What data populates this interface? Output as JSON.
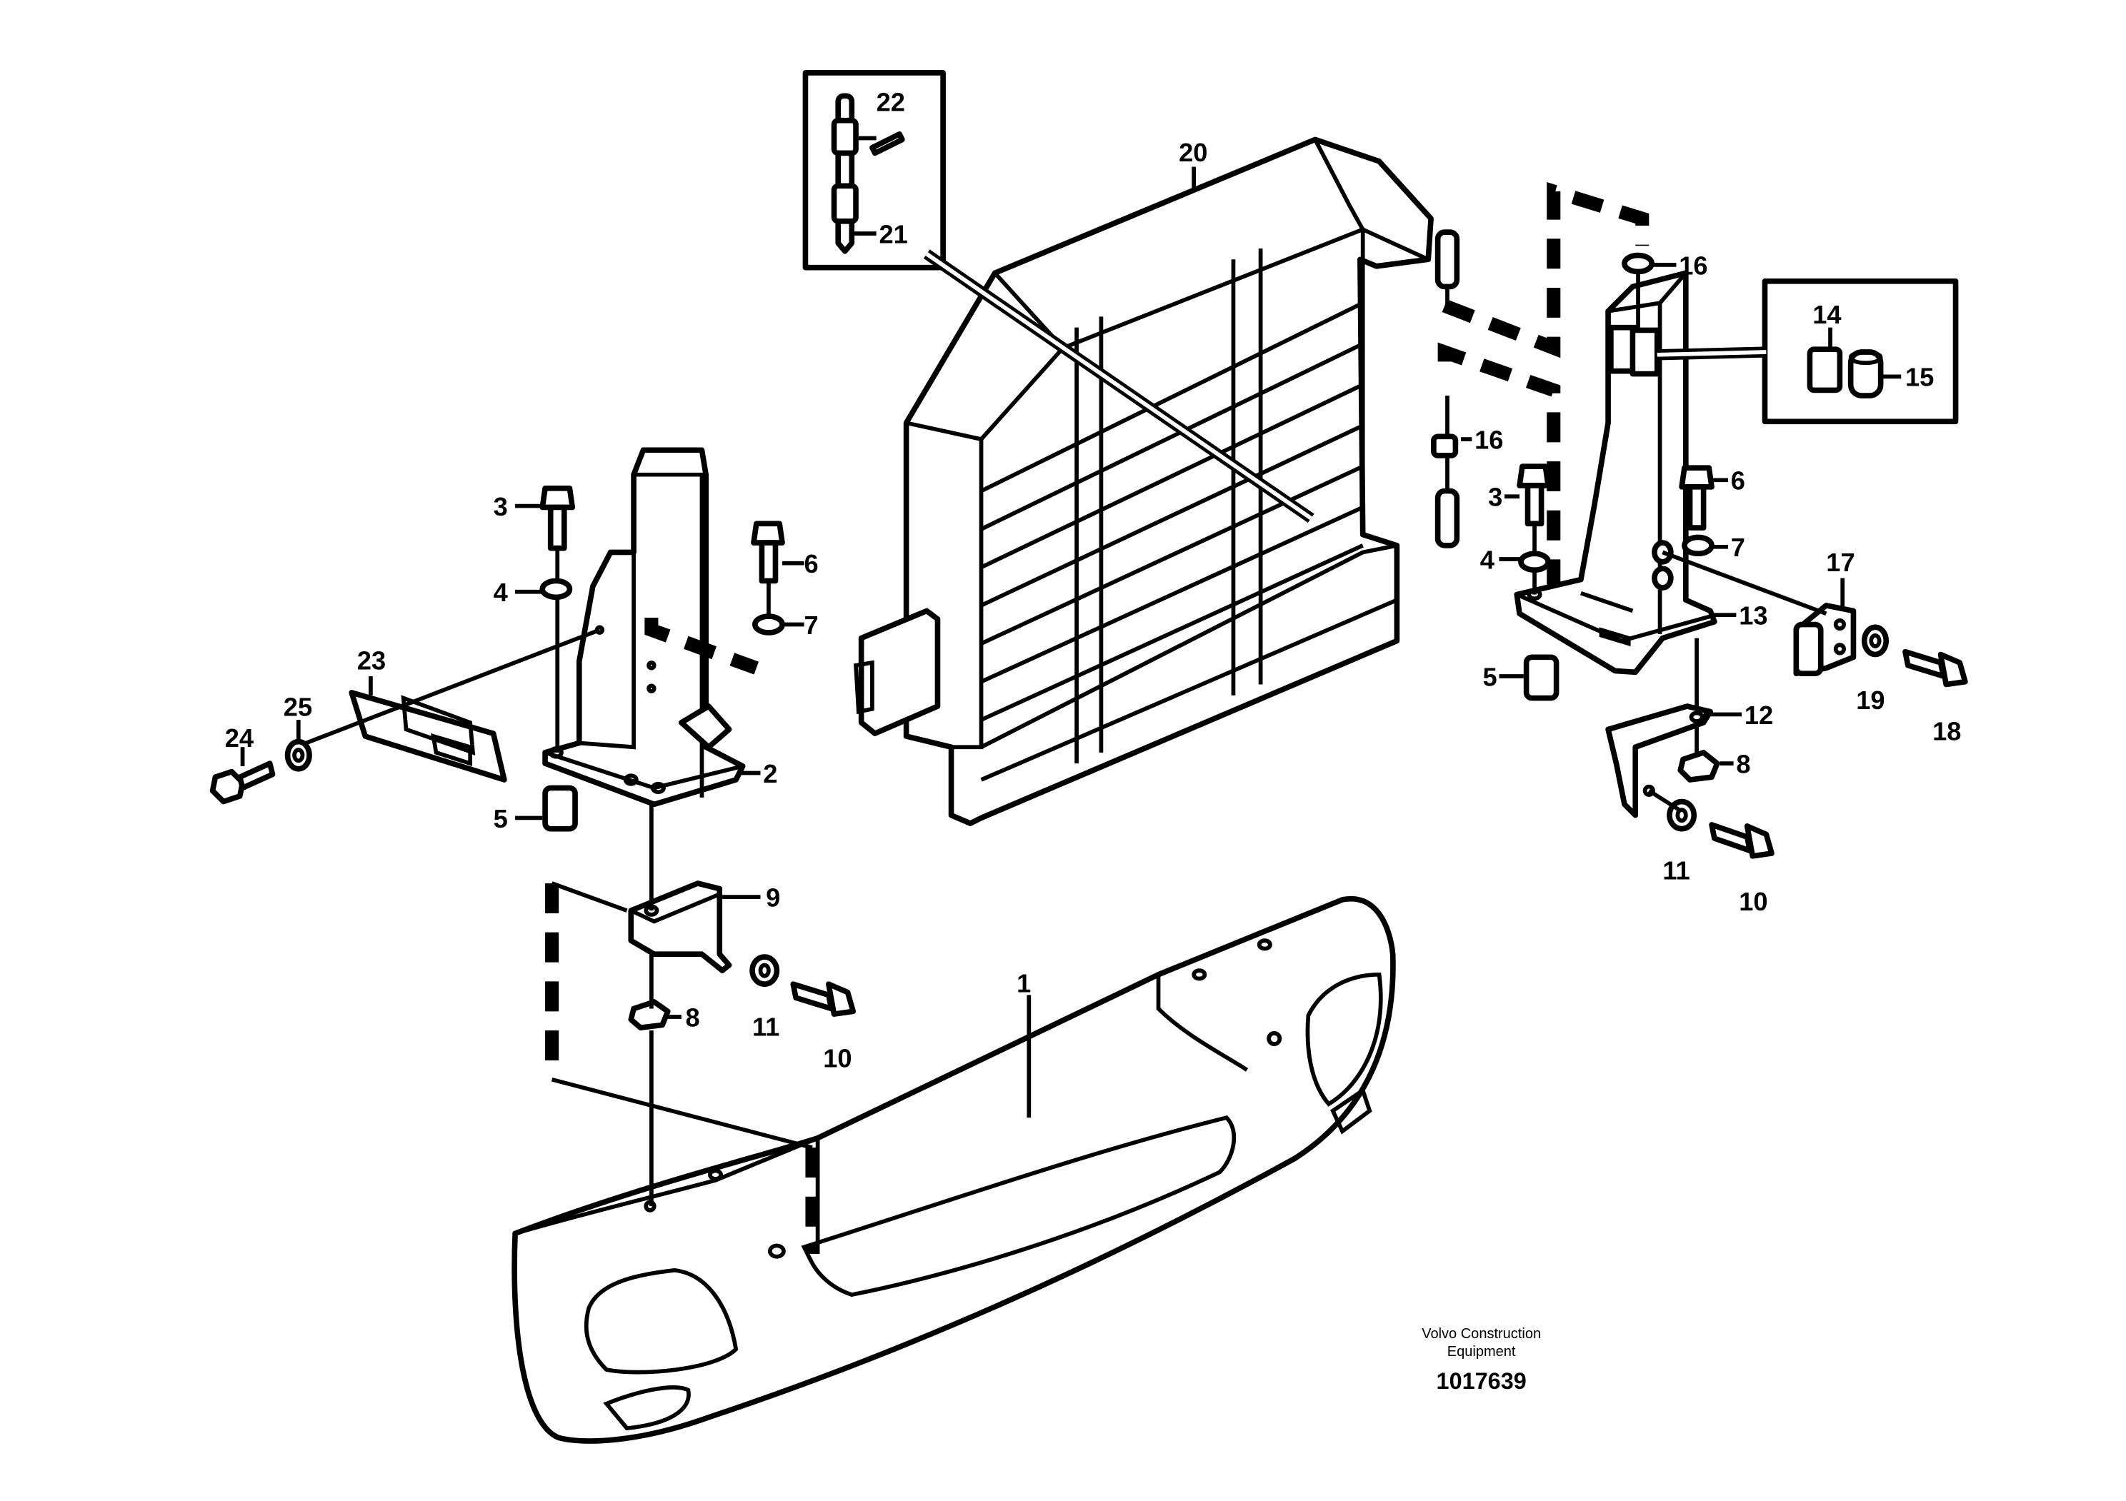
{
  "brand": {
    "line1": "Volvo Construction",
    "line2": "Equipment"
  },
  "document_number": "1017639",
  "callouts": {
    "c1": "1",
    "c2": "2",
    "c3a": "3",
    "c3b": "3",
    "c4a": "4",
    "c4b": "4",
    "c5a": "5",
    "c5b": "5",
    "c6a": "6",
    "c6b": "6",
    "c7a": "7",
    "c7b": "7",
    "c8a": "8",
    "c8b": "8",
    "c9": "9",
    "c10a": "10",
    "c10b": "10",
    "c11a": "11",
    "c11b": "11",
    "c12": "12",
    "c13": "13",
    "c14": "14",
    "c15": "15",
    "c16a": "16",
    "c16b": "16",
    "c17": "17",
    "c18": "18",
    "c19": "19",
    "c20": "20",
    "c21": "21",
    "c22": "22",
    "c23": "23",
    "c24": "24",
    "c25": "25"
  }
}
